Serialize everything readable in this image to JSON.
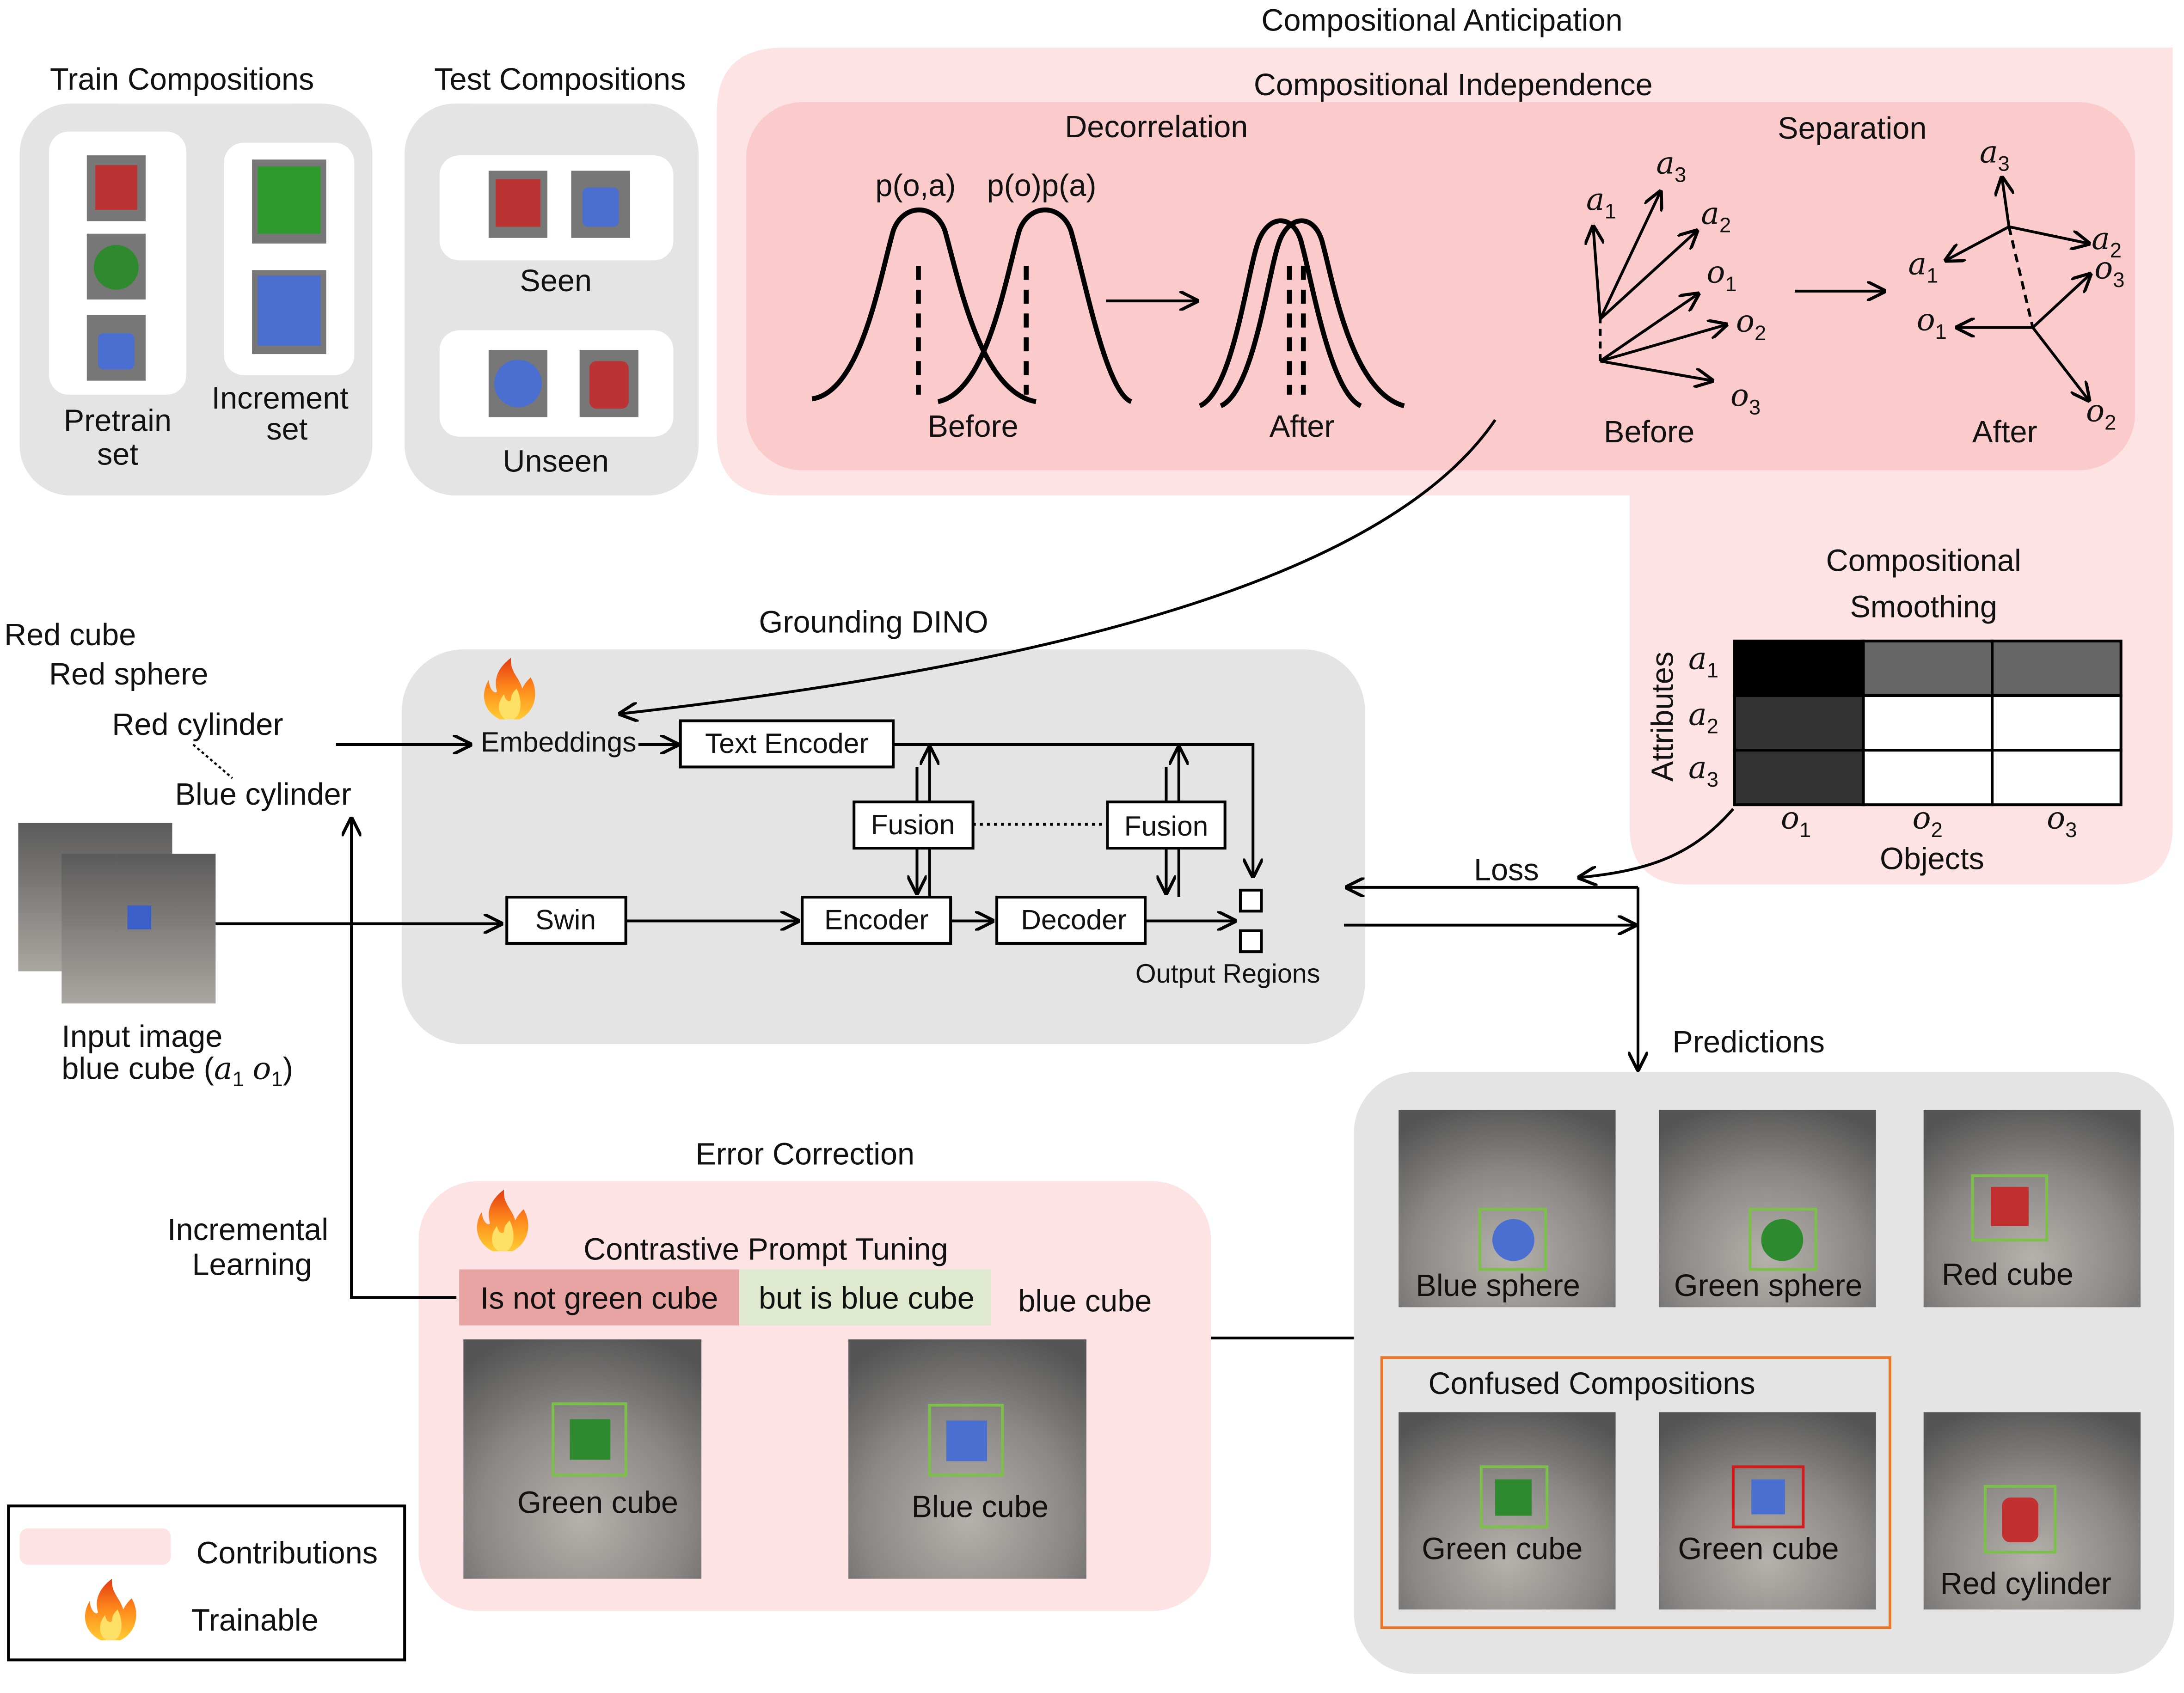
{
  "train": {
    "title": "Train Compositions",
    "pretrain_l1": "Pretrain",
    "pretrain_l2": "set",
    "increment_l1": "Increment",
    "increment_l2": "set"
  },
  "test": {
    "title": "Test Compositions",
    "seen": "Seen",
    "unseen": "Unseen"
  },
  "anticipation": {
    "title": "Compositional Anticipation",
    "independence": "Compositional Independence",
    "decorrelation": "Decorrelation",
    "p_joint": "p(o,a)",
    "p_product": "p(o)p(a)",
    "before": "Before",
    "after": "After",
    "separation": "Separation",
    "vec": {
      "a1": "a",
      "a1s": "1",
      "a2": "a",
      "a2s": "2",
      "a3": "a",
      "a3s": "3",
      "o1": "o",
      "o1s": "1",
      "o2": "o",
      "o2s": "2",
      "o3": "o",
      "o3s": "3"
    },
    "smoothing_l1": "Compositional",
    "smoothing_l2": "Smoothing",
    "attributes": "Attributes",
    "objects": "Objects",
    "matrix": [
      [
        1.0,
        0.6,
        0.6
      ],
      [
        0.8,
        0.0,
        0.0
      ],
      [
        0.8,
        0.0,
        0.0
      ]
    ]
  },
  "prompts": {
    "p1": "Red cube",
    "p2": "Red sphere",
    "p3": "Red cylinder",
    "p4": "Blue cylinder"
  },
  "input": {
    "label_l1": "Input image",
    "label_l2": "blue cube (",
    "label_close": ")"
  },
  "dino": {
    "title": "Grounding DINO",
    "embeddings": "Embeddings",
    "text_encoder": "Text Encoder",
    "fusion": "Fusion",
    "swin": "Swin",
    "encoder": "Encoder",
    "decoder": "Decoder",
    "output": "Output Regions"
  },
  "loss": "Loss",
  "predictions": {
    "title": "Predictions",
    "confused_title": "Confused Compositions",
    "items": [
      "Blue sphere",
      "Green sphere",
      "Red cube",
      "Green cube",
      "Green cube",
      "Red cylinder"
    ]
  },
  "incremental_l1": "Incremental",
  "incremental_l2": "Learning",
  "error": {
    "title": "Error Correction",
    "tuning": "Contrastive Prompt Tuning",
    "neg": "Is not green cube",
    "pos": "but is blue cube",
    "plain": "blue cube",
    "img1": "Green cube",
    "img2": "Blue cube"
  },
  "legend": {
    "contributions": "Contributions",
    "trainable": "Trainable"
  },
  "colors": {
    "contribution_light": "#fde3e3",
    "contribution_dark": "#fbcaca",
    "panel_gray": "#e4e4e4",
    "neg_highlight": "#e8a3a3",
    "pos_highlight": "#dfe9d0",
    "bbox_green": "#7cc04a",
    "bbox_red": "#d11c1c",
    "orange_frame": "#e8792a"
  }
}
